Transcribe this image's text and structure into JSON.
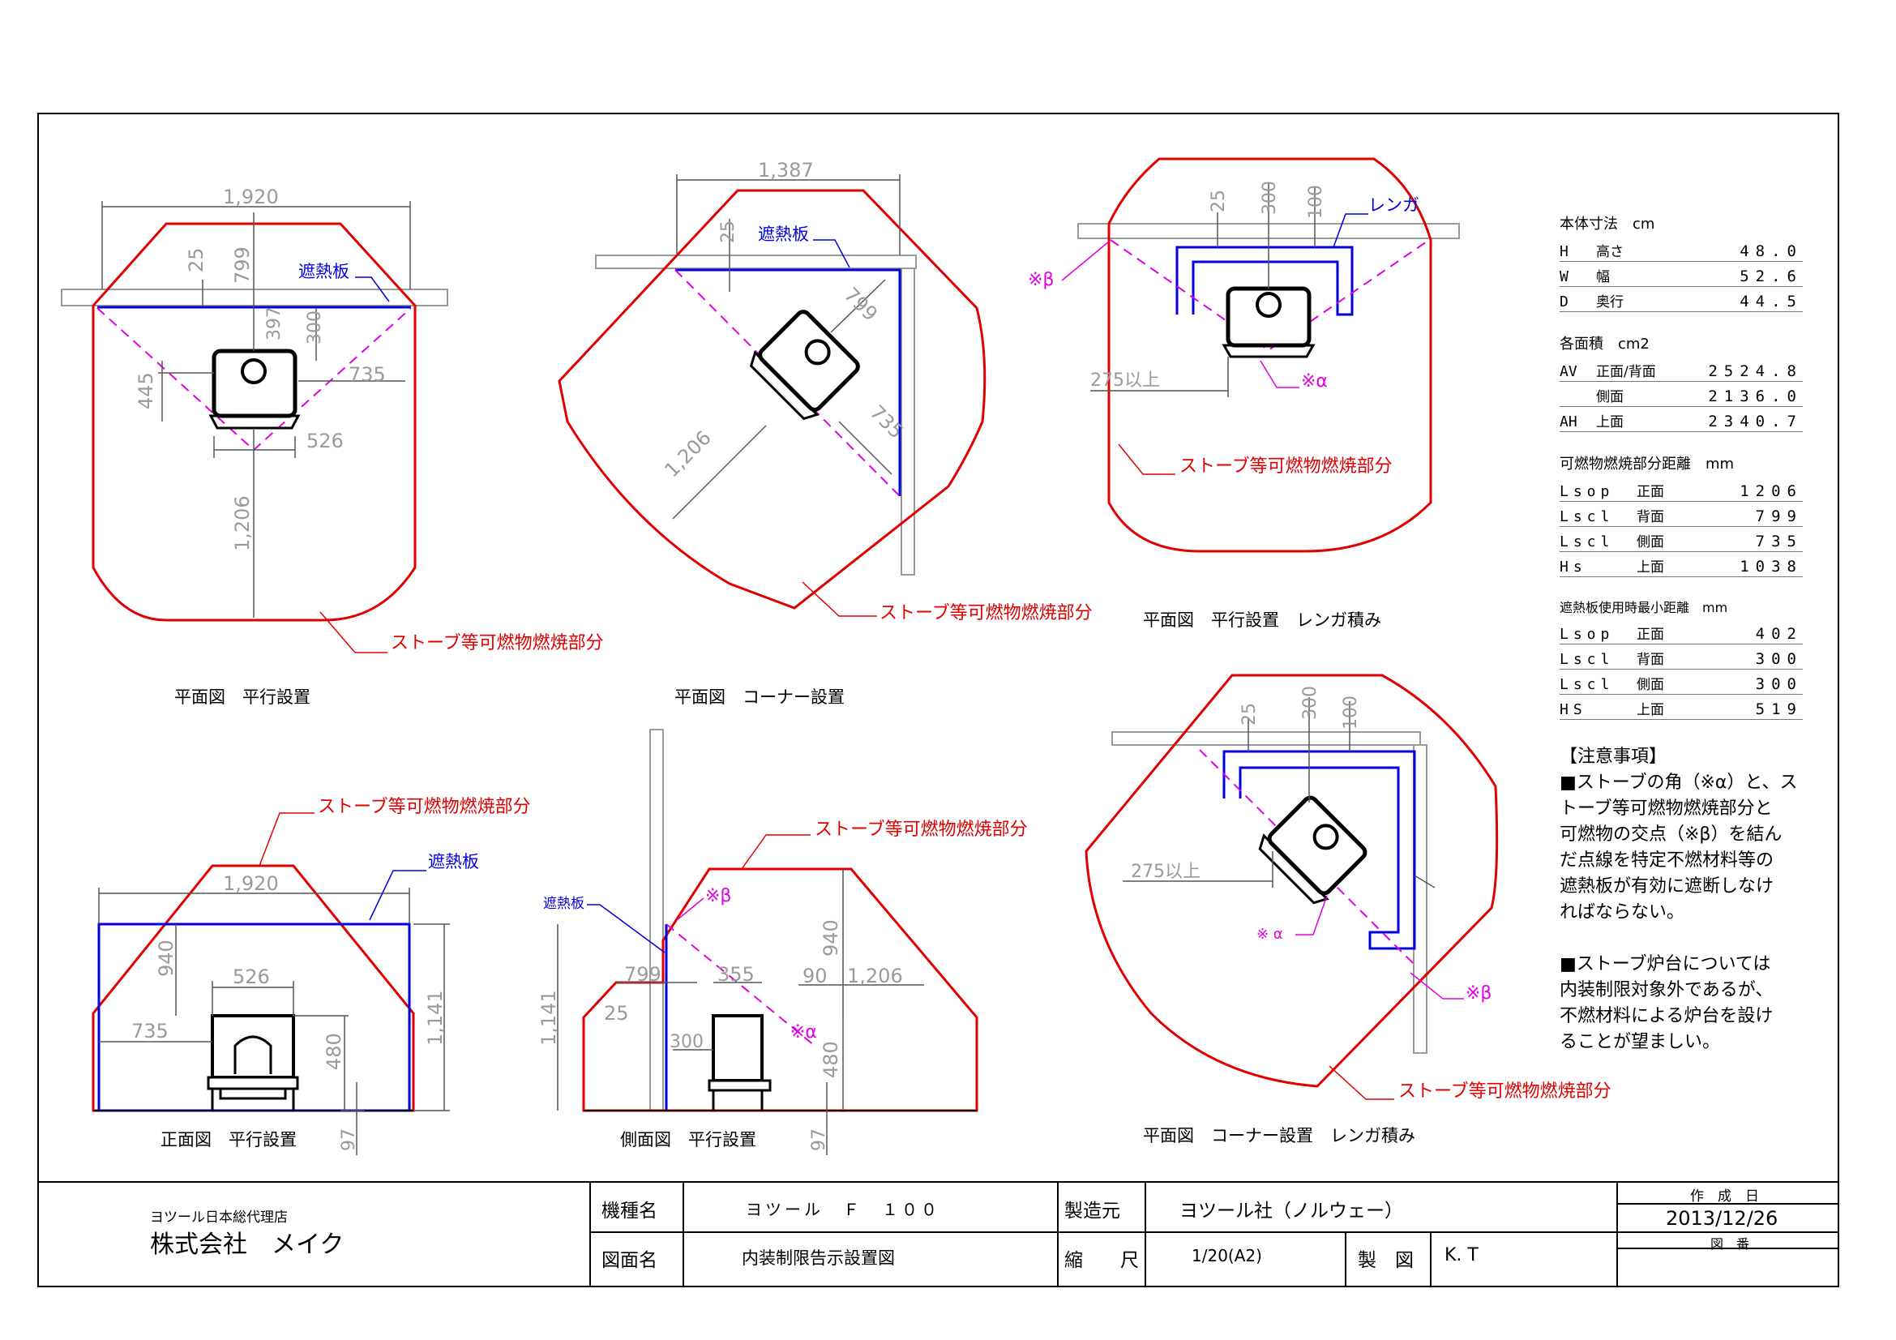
{
  "drawings": {
    "plan_parallel": {
      "caption": "平面図　平行設置",
      "dims": [
        "1,920",
        "25",
        "799",
        "397",
        "300",
        "445",
        "735",
        "526",
        "1,206"
      ],
      "shield_label": "遮熱板",
      "combustible_label": "ストーブ等可燃物燃焼部分"
    },
    "plan_corner": {
      "caption": "平面図　コーナー設置",
      "dims": [
        "1,387",
        "25",
        "799",
        "735",
        "1,206"
      ],
      "shield_label": "遮熱板",
      "combustible_label": "ストーブ等可燃物燃焼部分"
    },
    "plan_parallel_brick": {
      "caption": "平面図　平行設置　レンガ積み",
      "dims": [
        "25",
        "300",
        "100",
        "275以上"
      ],
      "brick_label": "レンガ",
      "beta_label": "※β",
      "alpha_label": "※α",
      "combustible_label": "ストーブ等可燃物燃焼部分"
    },
    "front_parallel": {
      "caption": "正面図　平行設置",
      "dims": [
        "1,920",
        "526",
        "940",
        "735",
        "480",
        "1,141",
        "97"
      ],
      "shield_label": "遮熱板",
      "combustible_label": "ストーブ等可燃物燃焼部分"
    },
    "side_parallel": {
      "caption": "側面図　平行設置",
      "dims": [
        "799",
        "355",
        "90",
        "1,206",
        "25",
        "300",
        "940",
        "480",
        "1,141",
        "97"
      ],
      "shield_label": "遮熱板",
      "beta_label": "※β",
      "alpha_label": "※α",
      "combustible_label": "ストーブ等可燃物燃焼部分"
    },
    "plan_corner_brick": {
      "caption": "平面図　コーナー設置　レンガ積み",
      "dims": [
        "25",
        "300",
        "100",
        "275以上"
      ],
      "alpha_label": "※ α",
      "beta_label": "※β",
      "combustible_label": "ストーブ等可燃物燃焼部分"
    }
  },
  "specs": {
    "body": {
      "title": "本体寸法　cm",
      "rows": [
        {
          "code": "H",
          "name": "高さ",
          "value": "48.0"
        },
        {
          "code": "W",
          "name": "幅",
          "value": "52.6"
        },
        {
          "code": "D",
          "name": "奥行",
          "value": "44.5"
        }
      ]
    },
    "area": {
      "title": "各面積　cm2",
      "rows": [
        {
          "code": "AV",
          "name": "正面/背面",
          "value": "2524.8"
        },
        {
          "code": "",
          "name": "側面",
          "value": "2136.0"
        },
        {
          "code": "AH",
          "name": "上面",
          "value": "2340.7"
        }
      ]
    },
    "distance": {
      "title": "可燃物燃焼部分距離　mm",
      "rows": [
        {
          "code": "Lsop",
          "name": "正面",
          "value": "1206"
        },
        {
          "code": "Lscl",
          "name": "背面",
          "value": "799"
        },
        {
          "code": "Lscl",
          "name": "側面",
          "value": "735"
        },
        {
          "code": "Hs",
          "name": "上面",
          "value": "1038"
        }
      ]
    },
    "shield_min": {
      "title": "遮熱板使用時最小距離　mm",
      "rows": [
        {
          "code": "Lsop",
          "name": "正面",
          "value": "402"
        },
        {
          "code": "Lscl",
          "name": "背面",
          "value": "300"
        },
        {
          "code": "Lscl",
          "name": "側面",
          "value": "300"
        },
        {
          "code": "HS",
          "name": "上面",
          "value": "519"
        }
      ]
    }
  },
  "notes": {
    "title": "【注意事項】",
    "lines1": [
      "■ストーブの角（※α）と、ス",
      "トーブ等可燃物燃焼部分と",
      "可燃物の交点（※β）を結ん",
      "だ点線を特定不燃材料等の",
      "遮熱板が有効に遮断しなけ",
      "ればならない。"
    ],
    "lines2": [
      "■ストーブ炉台については",
      "内装制限対象外であるが、",
      "不燃材料による炉台を設け",
      "ることが望ましい。"
    ]
  },
  "title_block": {
    "company_sub": "ヨツール日本総代理店",
    "company": "株式会社　メイク",
    "model_label": "機種名",
    "model_value": "ヨツール　Ｆ　１００",
    "drawing_label": "図面名",
    "drawing_value": "内装制限告示設置図",
    "maker_label": "製造元",
    "maker_value": "ヨツール社（ノルウェー）",
    "scale_label": "縮　　尺",
    "scale_value": "1/20(A2)",
    "drafter_label": "製　図",
    "drafter_value": "K. T",
    "date_label": "作　成　日",
    "date_value": "2013/12/26",
    "number_label": "図　番"
  }
}
